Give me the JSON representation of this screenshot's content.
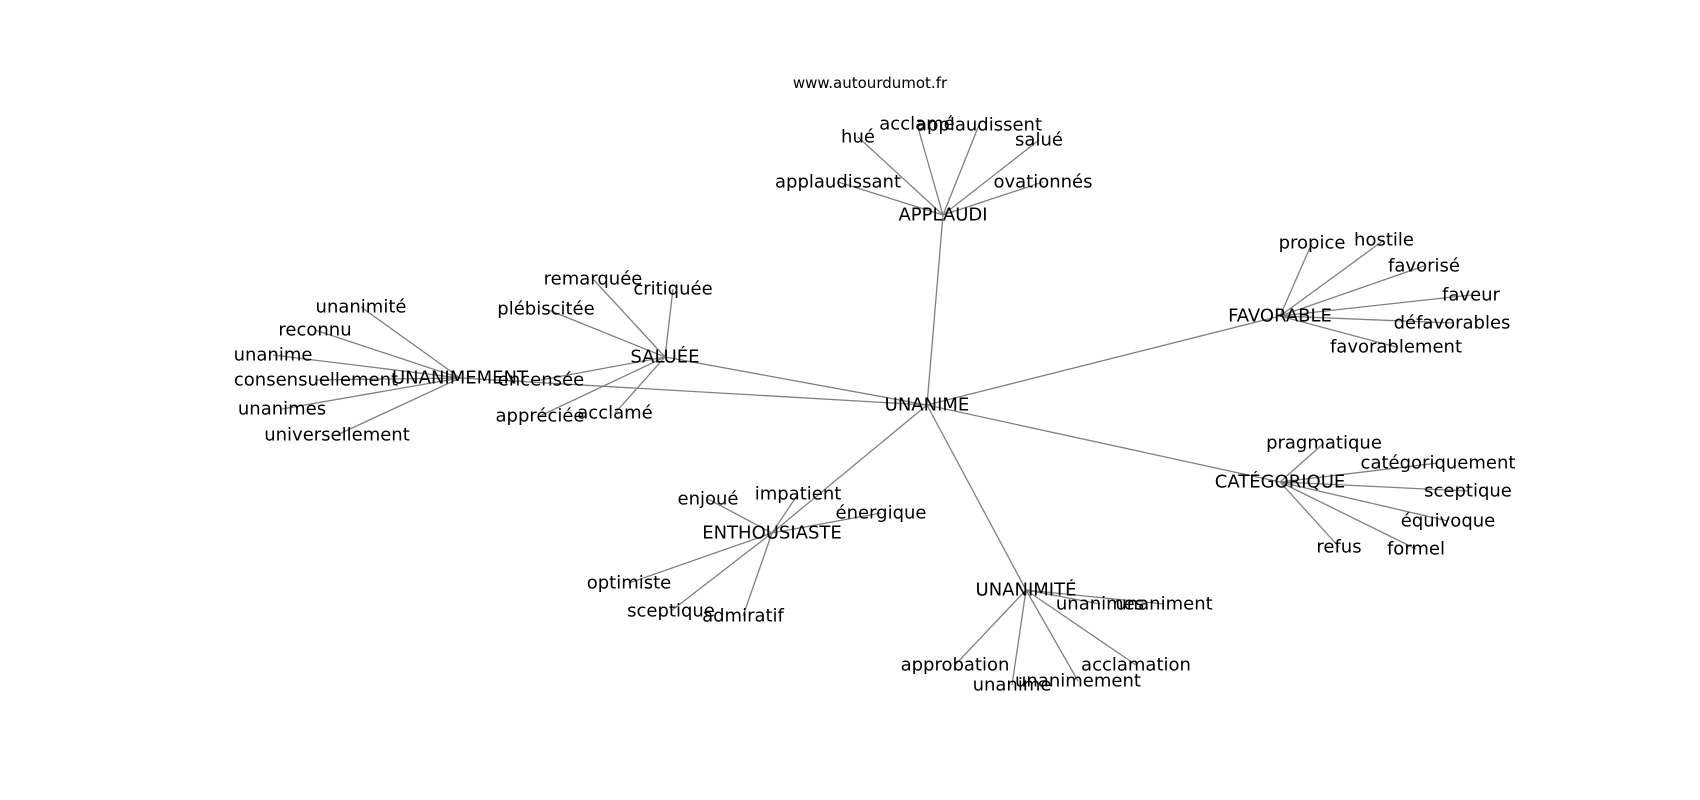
{
  "source": "www.autourdumot.fr",
  "center": "UNANIME",
  "clusters": [
    {
      "hub": "APPLAUDI",
      "terms": [
        "hué",
        "acclamé",
        "applaudissent",
        "salué",
        "applaudissant",
        "ovationnés"
      ]
    },
    {
      "hub": "FAVORABLE",
      "terms": [
        "propice",
        "hostile",
        "favorisé",
        "faveur",
        "défavorables",
        "favorablement"
      ]
    },
    {
      "hub": "SALUÉE",
      "terms": [
        "remarquée",
        "critiquée",
        "plébiscitée",
        "encensée",
        "appréciée",
        "acclamé"
      ]
    },
    {
      "hub": "UNANIMEMENT",
      "terms": [
        "unanimité",
        "reconnu",
        "unanime",
        "consensuellement",
        "unanimes",
        "universellement"
      ]
    },
    {
      "hub": "CATÉGORIQUE",
      "terms": [
        "pragmatique",
        "catégoriquement",
        "sceptique",
        "équivoque",
        "refus",
        "formel"
      ]
    },
    {
      "hub": "ENTHOUSIASTE",
      "terms": [
        "enjoué",
        "impatient",
        "énergique",
        "optimiste",
        "sceptique",
        "admiratif"
      ]
    },
    {
      "hub": "UNANIMITÉ",
      "terms": [
        "unanimes",
        "unaniment",
        "approbation",
        "unanime",
        "unanimement",
        "acclamation"
      ]
    }
  ]
}
